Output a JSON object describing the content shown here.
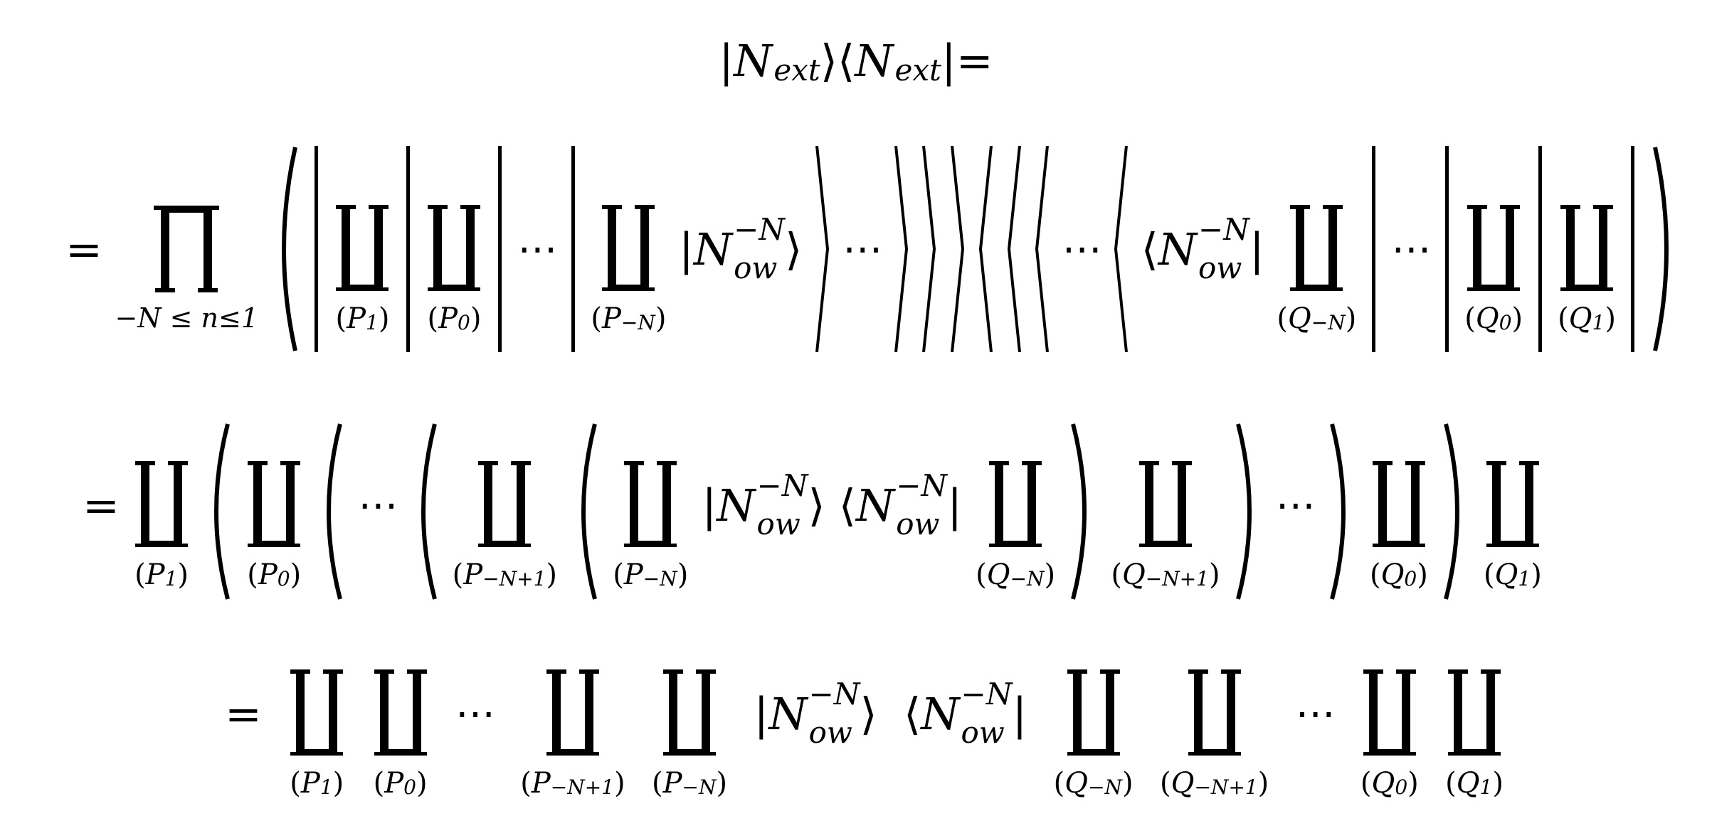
{
  "paren": [
    "(",
    ")"
  ],
  "lines": [
    [
      {
        "t": "ket",
        "open": "|",
        "base": "N",
        "sub": "ext",
        "close": "⟩"
      },
      {
        "t": "ket",
        "open": "⟨",
        "base": "N",
        "sub": "ext",
        "close": "|"
      },
      {
        "t": "text",
        "v": " ="
      }
    ],
    [
      {
        "t": "text",
        "v": "="
      },
      {
        "t": "prod",
        "sub": "−N ≤ n≤1"
      },
      {
        "t": "delim",
        "v": "("
      },
      {
        "t": "delim",
        "v": "|"
      },
      {
        "t": "coprod",
        "base": "P",
        "idx": "1"
      },
      {
        "t": "delim",
        "v": "|"
      },
      {
        "t": "coprod",
        "base": "P",
        "idx": "0"
      },
      {
        "t": "delim",
        "v": "|"
      },
      {
        "t": "dots",
        "v": "⋯"
      },
      {
        "t": "delim",
        "v": "|"
      },
      {
        "t": "coprod",
        "base": "P",
        "idx": "−N"
      },
      {
        "t": "ket",
        "open": "|",
        "base": "N",
        "sub": "ow",
        "sup": "−N",
        "close": "⟩"
      },
      {
        "t": "delim",
        "v": "⟩"
      },
      {
        "t": "dots",
        "v": "⋯"
      },
      {
        "t": "delim",
        "v": "⟩"
      },
      {
        "t": "delim",
        "v": "⟩"
      },
      {
        "t": "delim",
        "v": "⟩"
      },
      {
        "t": "delim",
        "v": "⟨"
      },
      {
        "t": "delim",
        "v": "⟨"
      },
      {
        "t": "delim",
        "v": "⟨"
      },
      {
        "t": "dots",
        "v": "⋯"
      },
      {
        "t": "delim",
        "v": "⟨"
      },
      {
        "t": "ket",
        "open": "⟨",
        "base": "N",
        "sub": "ow",
        "sup": "−N",
        "close": "|"
      },
      {
        "t": "coprod",
        "base": "Q",
        "idx": "−N"
      },
      {
        "t": "delim",
        "v": "|"
      },
      {
        "t": "dots",
        "v": "⋯"
      },
      {
        "t": "delim",
        "v": "|"
      },
      {
        "t": "coprod",
        "base": "Q",
        "idx": "0"
      },
      {
        "t": "delim",
        "v": "|"
      },
      {
        "t": "coprod",
        "base": "Q",
        "idx": "1"
      },
      {
        "t": "delim",
        "v": "|"
      },
      {
        "t": "delim",
        "v": ")"
      }
    ],
    [
      {
        "t": "text",
        "v": "="
      },
      {
        "t": "coprod",
        "base": "P",
        "idx": "1"
      },
      {
        "t": "delim",
        "v": "("
      },
      {
        "t": "coprod",
        "base": "P",
        "idx": "0"
      },
      {
        "t": "delim",
        "v": "("
      },
      {
        "t": "dots",
        "v": "⋯"
      },
      {
        "t": "delim",
        "v": "("
      },
      {
        "t": "coprod",
        "base": "P",
        "idx": "−N+1"
      },
      {
        "t": "delim",
        "v": "("
      },
      {
        "t": "coprod",
        "base": "P",
        "idx": "−N"
      },
      {
        "t": "ket",
        "open": "|",
        "base": "N",
        "sub": "ow",
        "sup": "−N",
        "close": "⟩"
      },
      {
        "t": "ket",
        "open": "⟨",
        "base": "N",
        "sub": "ow",
        "sup": "−N",
        "close": "|"
      },
      {
        "t": "coprod",
        "base": "Q",
        "idx": "−N"
      },
      {
        "t": "delim",
        "v": ")"
      },
      {
        "t": "coprod",
        "base": "Q",
        "idx": "−N+1"
      },
      {
        "t": "delim",
        "v": ")"
      },
      {
        "t": "dots",
        "v": "⋯"
      },
      {
        "t": "delim",
        "v": ")"
      },
      {
        "t": "coprod",
        "base": "Q",
        "idx": "0"
      },
      {
        "t": "delim",
        "v": ")"
      },
      {
        "t": "coprod",
        "base": "Q",
        "idx": "1"
      }
    ],
    [
      {
        "t": "text",
        "v": "="
      },
      {
        "t": "coprod",
        "base": "P",
        "idx": "1"
      },
      {
        "t": "coprod",
        "base": "P",
        "idx": "0"
      },
      {
        "t": "dots",
        "v": "⋯"
      },
      {
        "t": "coprod",
        "base": "P",
        "idx": "−N+1"
      },
      {
        "t": "coprod",
        "base": "P",
        "idx": "−N"
      },
      {
        "t": "ket",
        "open": "|",
        "base": "N",
        "sub": "ow",
        "sup": "−N",
        "close": "⟩"
      },
      {
        "t": "ket",
        "open": "⟨",
        "base": "N",
        "sub": "ow",
        "sup": "−N",
        "close": "|"
      },
      {
        "t": "coprod",
        "base": "Q",
        "idx": "−N"
      },
      {
        "t": "coprod",
        "base": "Q",
        "idx": "−N+1"
      },
      {
        "t": "dots",
        "v": "⋯"
      },
      {
        "t": "coprod",
        "base": "Q",
        "idx": "0"
      },
      {
        "t": "coprod",
        "base": "Q",
        "idx": "1"
      }
    ]
  ]
}
